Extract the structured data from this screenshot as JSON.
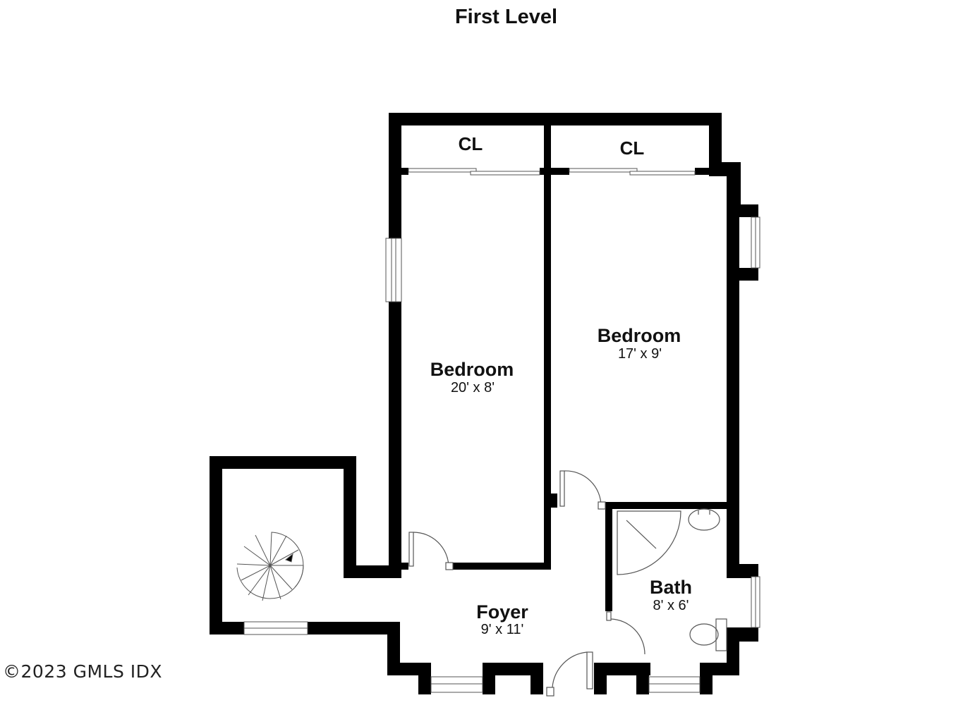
{
  "title": "First Level",
  "closets": [
    {
      "label": "CL"
    },
    {
      "label": "CL"
    }
  ],
  "rooms": {
    "bedroom_left": {
      "name": "Bedroom",
      "size": "20' x 8'"
    },
    "bedroom_right": {
      "name": "Bedroom",
      "size": "17' x 9'"
    },
    "bath": {
      "name": "Bath",
      "size": "8' x 6'"
    },
    "foyer": {
      "name": "Foyer",
      "size": "9' x 11'"
    }
  },
  "watermark": "©2023 GMLS IDX",
  "colors": {
    "wall": "#000000",
    "background": "#ffffff",
    "fixture_line": "#555555"
  }
}
